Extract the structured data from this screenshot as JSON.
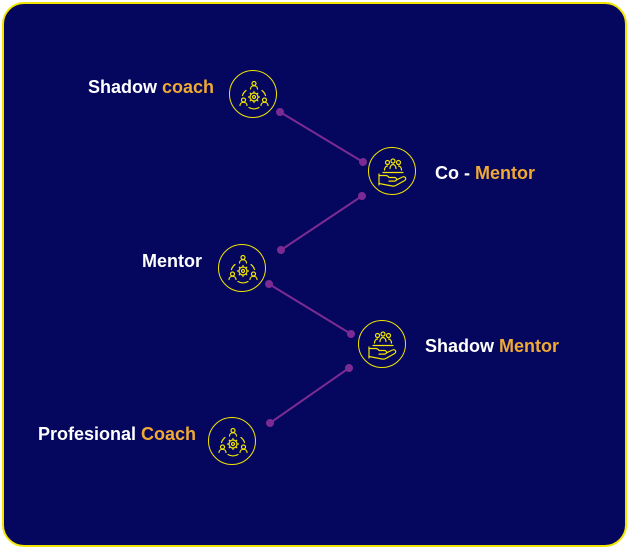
{
  "colors": {
    "background": "#05075f",
    "frame_border": "#f2e600",
    "connector": "#7b2b93",
    "label_primary": "#ffffff",
    "label_accent": "#f0a933",
    "icon_stroke": "#f2e600"
  },
  "nodes": [
    {
      "id": "shadow-coach",
      "label_main": "Shadow",
      "label_accent": "coach",
      "icon": "coaching-people-gear-icon"
    },
    {
      "id": "co-mentor",
      "label_main": "Co -",
      "label_accent": "Mentor",
      "icon": "hand-holding-group-icon"
    },
    {
      "id": "mentor",
      "label_main": "Mentor",
      "label_accent": "",
      "icon": "coaching-people-gear-icon"
    },
    {
      "id": "shadow-mentor",
      "label_main": "Shadow",
      "label_accent": "Mentor",
      "icon": "hand-holding-group-icon"
    },
    {
      "id": "profesional-coach",
      "label_main": "Profesional",
      "label_accent": "Coach",
      "icon": "coaching-people-gear-icon"
    }
  ]
}
